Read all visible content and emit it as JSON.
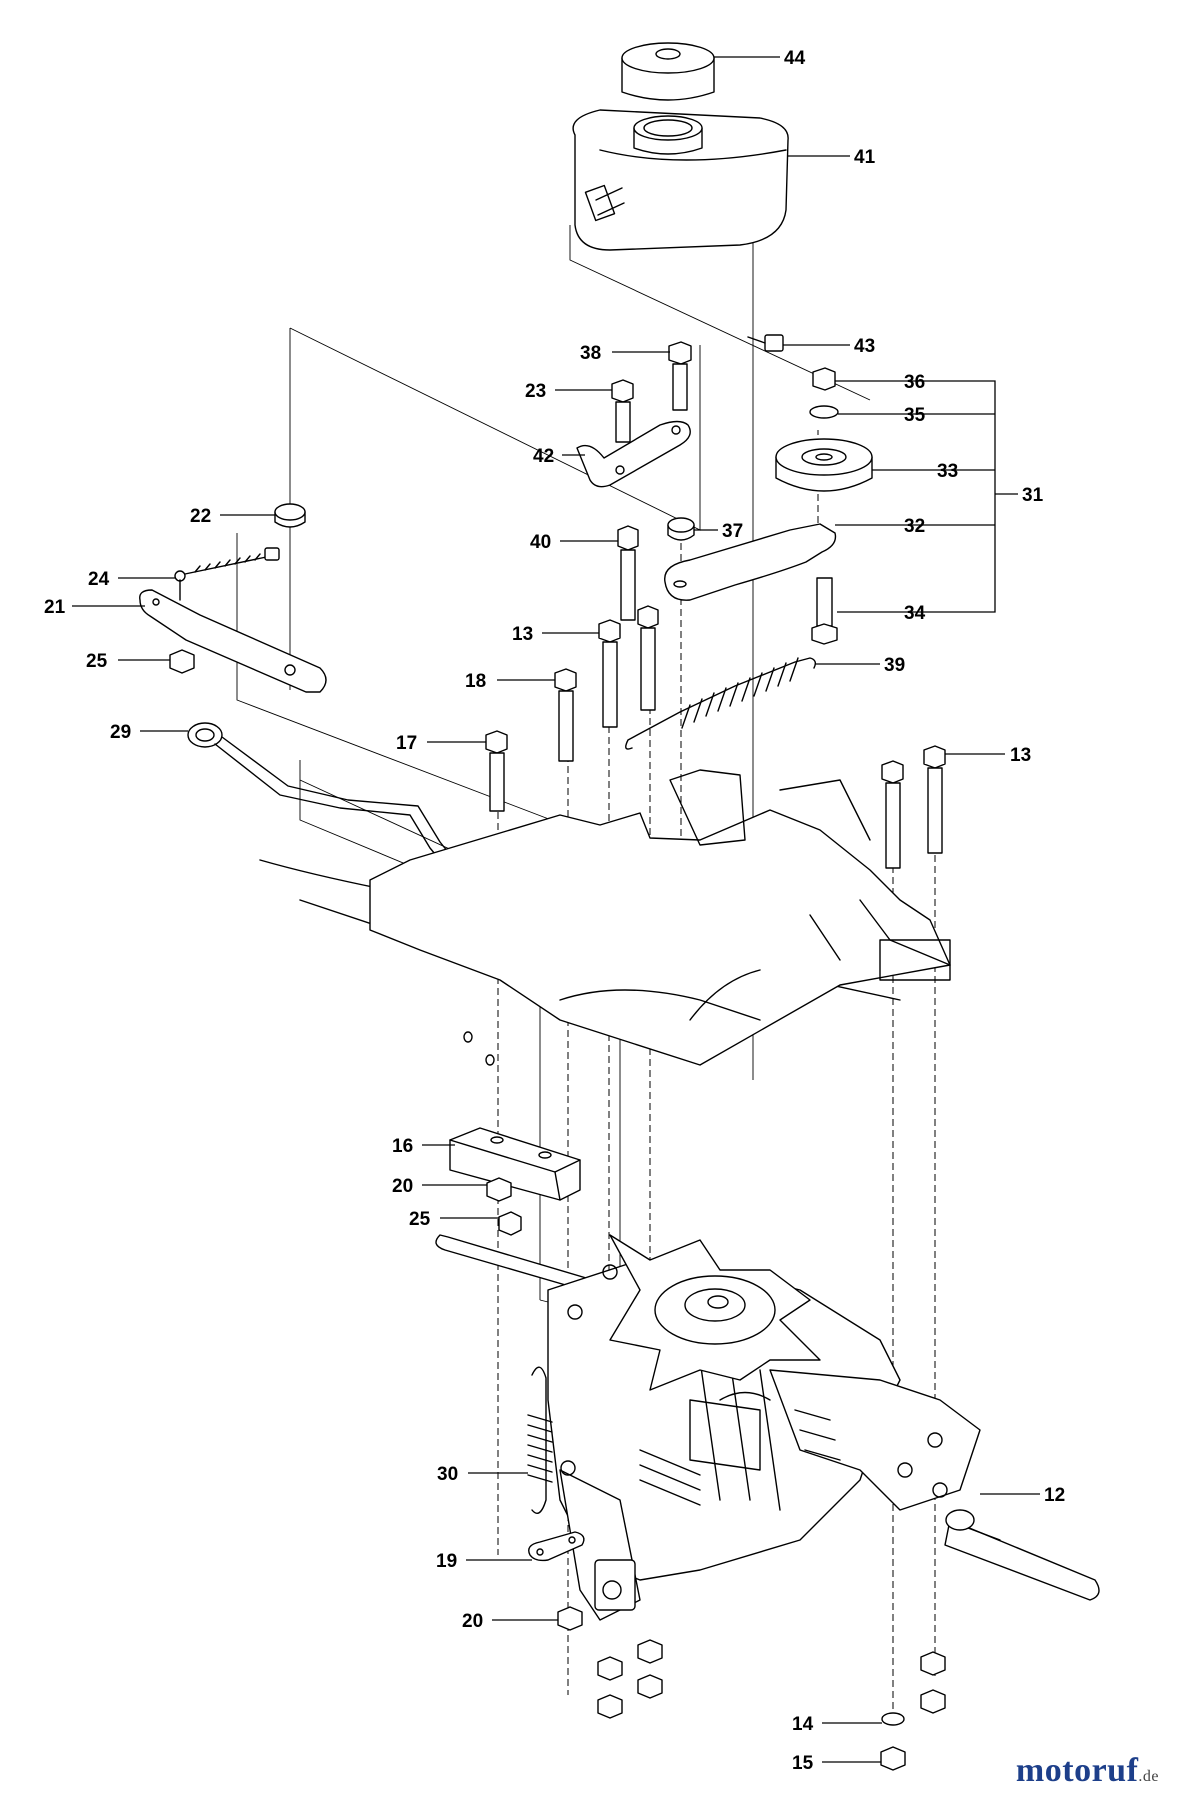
{
  "watermark": {
    "name": "motoruf",
    "suffix": ".de"
  },
  "parts": {
    "p44": "44",
    "p41": "41",
    "p43": "43",
    "p38": "38",
    "p23": "23",
    "p36": "36",
    "p35": "35",
    "p42": "42",
    "p33": "33",
    "p31": "31",
    "p22": "22",
    "p37": "37",
    "p32": "32",
    "p40": "40",
    "p24": "24",
    "p21": "21",
    "p34": "34",
    "p13a": "13",
    "p25a": "25",
    "p18": "18",
    "p39": "39",
    "p29": "29",
    "p17": "17",
    "p13b": "13",
    "p16": "16",
    "p20a": "20",
    "p25b": "25",
    "p30": "30",
    "p12": "12",
    "p19": "19",
    "p20b": "20",
    "p14": "14",
    "p15": "15"
  }
}
